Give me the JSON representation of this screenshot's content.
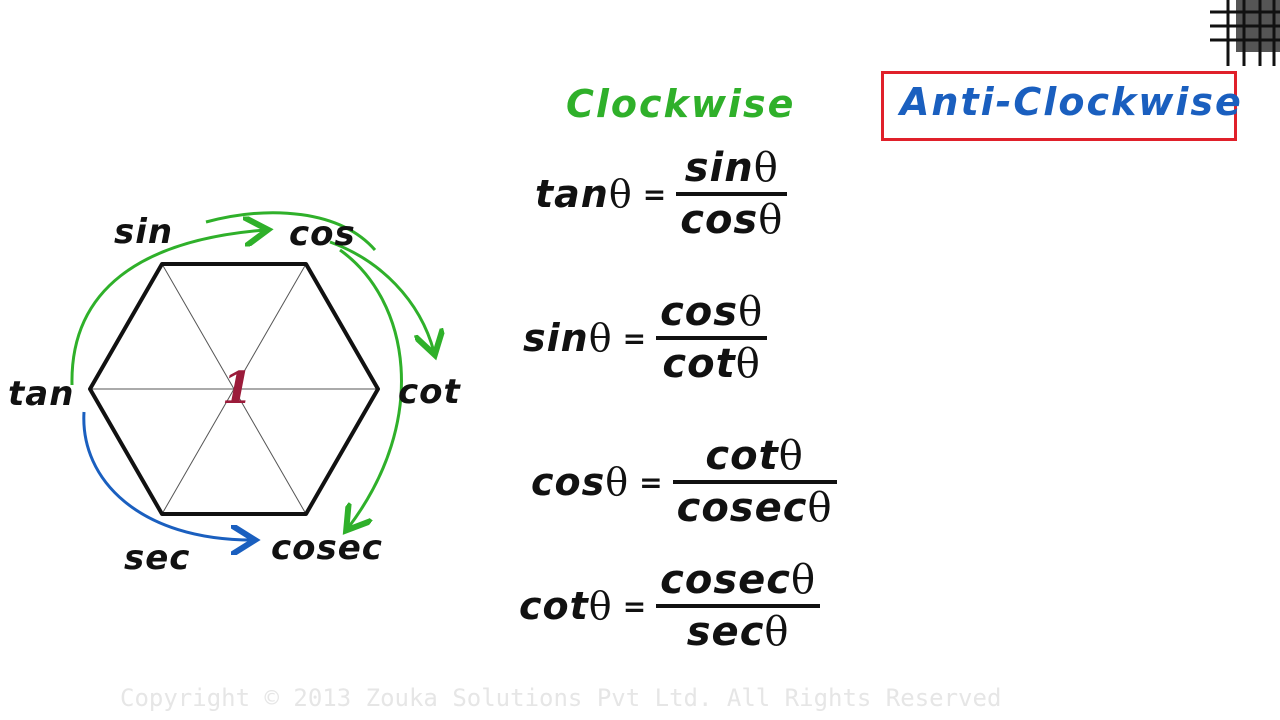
{
  "headings": {
    "clockwise": "Clockwise",
    "anti_clockwise": "Anti-Clockwise"
  },
  "hexagon": {
    "center_value": "1",
    "nodes": {
      "sin": "sin",
      "cos": "cos",
      "cot": "cot",
      "cosec": "cosec",
      "sec": "sec",
      "tan": "tan"
    }
  },
  "identities": [
    {
      "lhs": "tan",
      "num": "sin",
      "den": "cos"
    },
    {
      "lhs": "sin",
      "num": "cos",
      "den": "cot"
    },
    {
      "lhs": "cos",
      "num": "cot",
      "den": "cosec"
    },
    {
      "lhs": "cot",
      "num": "cosec",
      "den": "sec"
    }
  ],
  "symbols": {
    "theta": "θ",
    "equals": "="
  },
  "colors": {
    "clockwise": "#2fb02a",
    "anti_clockwise": "#1a5fbf",
    "box_border": "#e0202a",
    "center_value": "#9b1b3a"
  },
  "copyright": "Copyright © 2013 Zouka Solutions Pvt Ltd. All Rights Reserved"
}
